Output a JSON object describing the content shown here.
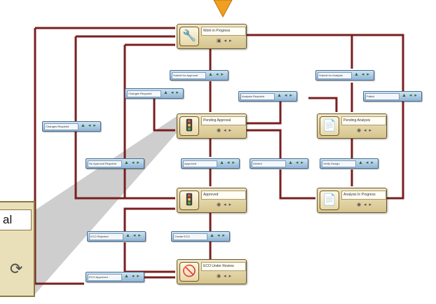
{
  "states": [
    {
      "id": "wip",
      "label": "Work in Progress",
      "icon": "wrench-icon",
      "glyph": "🔧",
      "buttons": "▣ ◂ ▸"
    },
    {
      "id": "pending_approval",
      "label": "Pending Approval",
      "icon": "traffic-light-icon",
      "glyph": "🚦",
      "buttons": "◉ ◂ ▸"
    },
    {
      "id": "pending_analysis",
      "label": "Pending Analysis",
      "icon": "document-icon",
      "glyph": "📄",
      "buttons": "◉ ◂ ▸"
    },
    {
      "id": "approved",
      "label": "Approved",
      "icon": "traffic-light-icon",
      "glyph": "🚦",
      "buttons": "◉ ◂ ▸"
    },
    {
      "id": "analysis_in_progress",
      "label": "Analysis In Progress",
      "icon": "document-icon",
      "glyph": "📄",
      "buttons": "◉ ◂ ▸"
    },
    {
      "id": "eco_under_review",
      "label": "ECO Under Review",
      "icon": "no-entry-icon",
      "glyph": "🚫",
      "buttons": "◉ ◂ ▸"
    }
  ],
  "transitions": [
    {
      "id": "submit_approval",
      "label": "Submit for Approval"
    },
    {
      "id": "submit_analysis",
      "label": "Submit for Analysis"
    },
    {
      "id": "changes_required_1",
      "label": "Changes Required"
    },
    {
      "id": "analysis_required",
      "label": "Analysis Required"
    },
    {
      "id": "failed",
      "label": "Failed"
    },
    {
      "id": "changes_required_2",
      "label": "Changes Required"
    },
    {
      "id": "no_approval_required",
      "label": "No Approval Required"
    },
    {
      "id": "approved_t",
      "label": "Approved"
    },
    {
      "id": "denied",
      "label": "Denied"
    },
    {
      "id": "verify_design",
      "label": "Verify Design"
    },
    {
      "id": "eco_rejected",
      "label": "ECO Rejected"
    },
    {
      "id": "create_eco",
      "label": "Create ECO"
    },
    {
      "id": "eco_approved",
      "label": "ECO Approved"
    }
  ],
  "callout": {
    "label": "al",
    "icon": "refresh-icon",
    "glyph": "⟳"
  },
  "colors": {
    "connector": "#7a1f1f",
    "state_fill": "#d6c48d",
    "transition_fill": "#8fb4d6",
    "arrow": "#f0a020"
  }
}
